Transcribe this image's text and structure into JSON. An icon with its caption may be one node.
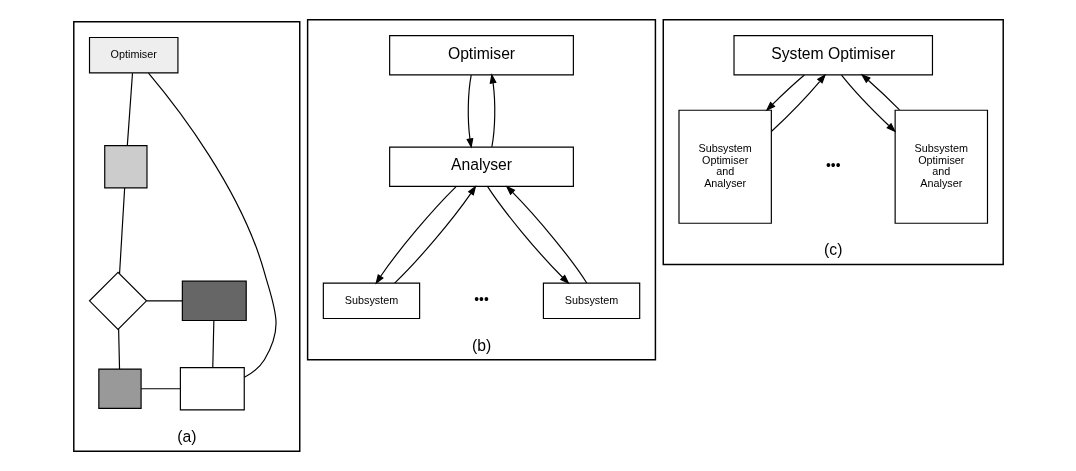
{
  "diagram": {
    "nodes": [
      {
        "text": [
          "(a)"
        ]
      },
      {
        "text": [
          "Optimiser"
        ],
        "in": 0
      },
      {
        "text": [],
        "shape": "box",
        "in": 0
      },
      {
        "text": [],
        "shape": "diamond",
        "in": 0
      },
      {
        "text": [],
        "shape": "box",
        "in": 0
      },
      {
        "text": [],
        "shape": "box",
        "in": 0
      },
      {
        "text": [],
        "shape": "box",
        "in": 0
      },
      {
        "text": [
          "(b)"
        ]
      },
      {
        "text": [
          "Optimiser"
        ],
        "in": 7
      },
      {
        "text": [
          "Analyser"
        ],
        "in": 7
      },
      {
        "text": [
          "Subsystem"
        ],
        "in": 7
      },
      {
        "text": [
          "Subsystem"
        ],
        "in": 7
      },
      {
        "text": [
          "(c)"
        ]
      },
      {
        "text": [
          "System Optimiser"
        ],
        "in": 12
      },
      {
        "text": [
          "Subsystem Optimiser and Analyser"
        ],
        "in": 12
      },
      {
        "text": [
          "Subsystem Optimiser and Analyser"
        ],
        "in": 12
      }
    ],
    "edges": [
      {
        "from": 1,
        "to": 2,
        "arrow": "none"
      },
      {
        "from": 2,
        "to": 3,
        "arrow": "none"
      },
      {
        "from": 3,
        "to": 4,
        "arrow": "none"
      },
      {
        "from": 3,
        "to": 5,
        "arrow": "none"
      },
      {
        "from": 4,
        "to": 6,
        "arrow": "none"
      },
      {
        "from": 5,
        "to": 6,
        "arrow": "none"
      },
      {
        "from": 6,
        "to": 1,
        "arrow": "none"
      },
      {
        "from": 8,
        "to": 9,
        "arrow": "to"
      },
      {
        "from": 9,
        "to": 8,
        "arrow": "to"
      },
      {
        "from": 9,
        "to": 10,
        "arrow": "to"
      },
      {
        "from": 10,
        "to": 9,
        "arrow": "to"
      },
      {
        "from": 9,
        "to": 11,
        "arrow": "to"
      },
      {
        "from": 11,
        "to": 9,
        "arrow": "to"
      },
      {
        "from": 13,
        "to": 14,
        "arrow": "to"
      },
      {
        "from": 14,
        "to": 13,
        "arrow": "to"
      },
      {
        "from": 13,
        "to": 15,
        "arrow": "to"
      },
      {
        "from": 15,
        "to": 13,
        "arrow": "to"
      }
    ],
    "labels": [
      "•••",
      "•••"
    ]
  }
}
